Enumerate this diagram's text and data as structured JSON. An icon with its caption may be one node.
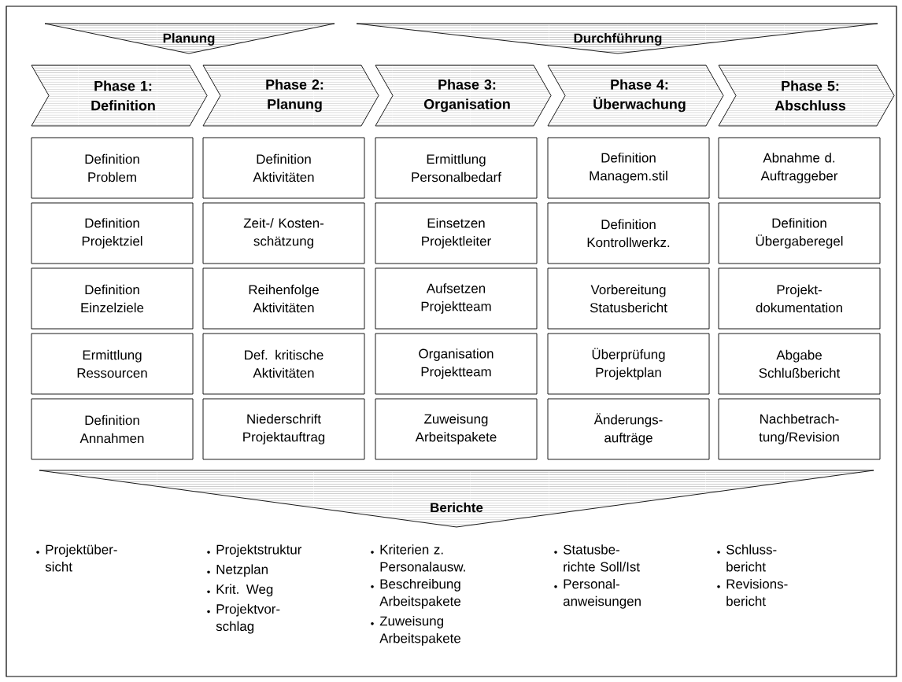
{
  "diagram": {
    "nodes": [
      {
        "text": [
          "Planung"
        ]
      },
      {
        "text": [
          "Durchführung"
        ]
      },
      {
        "text": [
          "Phase 1: Definition"
        ]
      },
      {
        "text": [
          "Phase 2: Planung"
        ]
      },
      {
        "text": [
          "Phase 3: Organisation"
        ]
      },
      {
        "text": [
          "Phase 4: Überwachung"
        ]
      },
      {
        "text": [
          "Phase 5: Abschluss"
        ]
      },
      {
        "text": [
          "Definition Problem"
        ]
      },
      {
        "text": [
          "Definition Aktivitäten"
        ]
      },
      {
        "text": [
          "Ermittlung Personalbedarf"
        ]
      },
      {
        "text": [
          "Definition Managem.stil"
        ]
      },
      {
        "text": [
          "Abnahme d. Auftraggeber"
        ]
      },
      {
        "text": [
          "Definition Projektziel"
        ]
      },
      {
        "text": [
          "Zeit-/ Kosten- schätzung"
        ]
      },
      {
        "text": [
          "Einsetzen Projektleiter"
        ]
      },
      {
        "text": [
          "Definition Kontrollwerkz."
        ]
      },
      {
        "text": [
          "Definition Übergaberegel"
        ]
      },
      {
        "text": [
          "Definition Einzelziele"
        ]
      },
      {
        "text": [
          "Reihenfolge Aktivitäten"
        ]
      },
      {
        "text": [
          "Aufsetzen Projektteam"
        ]
      },
      {
        "text": [
          "Vorbereitung Statusbericht"
        ]
      },
      {
        "text": [
          "Projekt- dokumentation"
        ]
      },
      {
        "text": [
          "Ermittlung Ressourcen"
        ]
      },
      {
        "text": [
          "Def. kritische Aktivitäten"
        ]
      },
      {
        "text": [
          "Organisation Projektteam"
        ]
      },
      {
        "text": [
          "Überprüfung Projektplan"
        ]
      },
      {
        "text": [
          "Abgabe Schlußbericht"
        ]
      },
      {
        "text": [
          "Definition Annahmen"
        ]
      },
      {
        "text": [
          "Niederschrift Projektauftrag"
        ]
      },
      {
        "text": [
          "Zuweisung Arbeitspakete"
        ]
      },
      {
        "text": [
          "Änderungs- aufträge"
        ]
      },
      {
        "text": [
          "Nachbetrach- tung/Revision"
        ]
      },
      {
        "text": [
          "Berichte"
        ]
      }
    ],
    "labels": [
      "Projektüber- sicht",
      "Projektstruktur",
      "Netzplan",
      "Krit. Weg",
      "Projektvor- schlag",
      "Kriterien z. Personalausw.",
      "Beschreibung Arbeitspakete",
      "Zuweisung Arbeitspakete",
      "Statusbe- richte Soll/Ist",
      "Personal- anweisungen",
      "Schluss- bericht",
      "Revisions- bericht"
    ]
  }
}
